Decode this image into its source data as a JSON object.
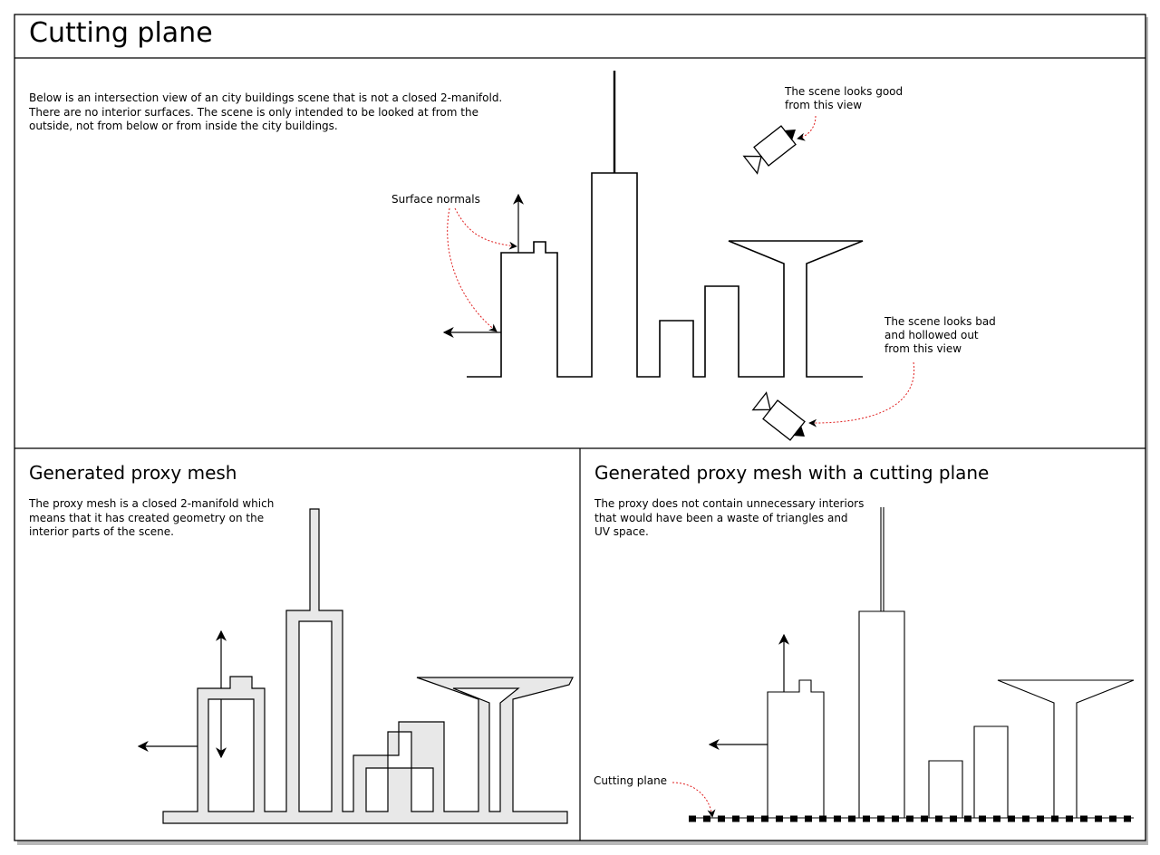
{
  "title": "Cutting plane",
  "top_panel": {
    "description_lines": [
      "Below is an intersection view of an city buildings scene that is not a closed 2-manifold.",
      "There are no interior surfaces. The scene is only intended to be looked at from the",
      "outside, not from below or from inside the city buildings."
    ],
    "surface_normals_label": "Surface normals",
    "good_view_lines": [
      "The scene looks good",
      "from this view"
    ],
    "bad_view_lines": [
      "The scene looks bad",
      "and hollowed out",
      "from this view"
    ]
  },
  "bottom_left_panel": {
    "title": "Generated proxy mesh",
    "description_lines": [
      "The proxy mesh is a closed 2-manifold which",
      "means that it has created geometry on the",
      "interior parts of the scene."
    ]
  },
  "bottom_right_panel": {
    "title": "Generated proxy mesh with a cutting plane",
    "description_lines": [
      "The proxy does not contain unnecessary interiors",
      "that would have been a waste of  triangles and",
      "UV space."
    ],
    "cutting_plane_label": "Cutting plane"
  },
  "colors": {
    "line": "#000000",
    "proxy_fill": "#e8e8e8",
    "annotation_arrow": "#e02020",
    "shadow": "#b0b0b0"
  }
}
